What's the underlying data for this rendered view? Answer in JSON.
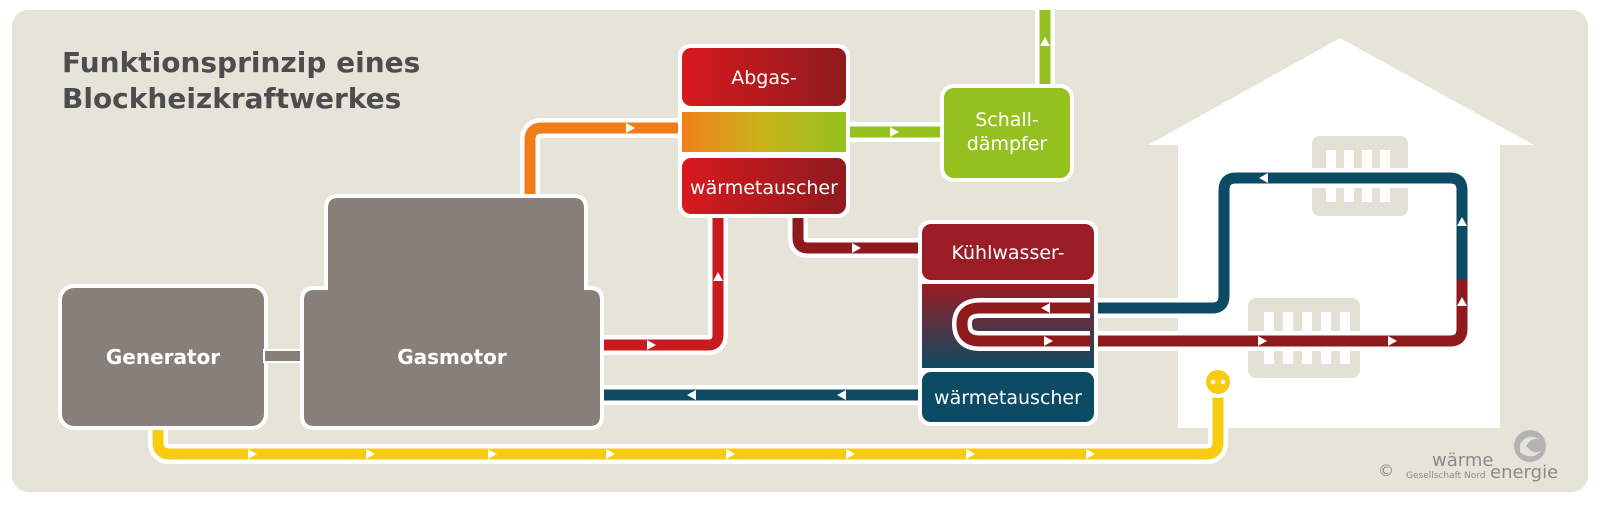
{
  "title": {
    "line1": "Funktionsprinzip eines",
    "line2": "Blockheizkraftwerkes"
  },
  "components": {
    "generator": "Generator",
    "gasmotor": "Gasmotor",
    "exhaust_hx_top": "Abgas-",
    "exhaust_hx_bottom": "wärmetauscher",
    "muffler_line1": "Schall-",
    "muffler_line2": "dämpfer",
    "coolant_hx_top": "Kühlwasser-",
    "coolant_hx_bottom": "wärmetauscher"
  },
  "footer": {
    "copyright_symbol": "©",
    "brand_top": "wärme",
    "brand_company": "Gesellschaft Nord",
    "brand_bottom": "energie"
  },
  "colors": {
    "background": "#e6e3d8",
    "machine_gray": "#878079",
    "exhaust_orange": "#ee7d1a",
    "exhaust_green": "#95c11f",
    "heat_red": "#c91a1f",
    "dark_red": "#8f1a1d",
    "coolant_blue": "#0d4a63",
    "power_yellow": "#f7cc10",
    "house_white": "#ffffff",
    "radiator": "#e3e0d5"
  }
}
